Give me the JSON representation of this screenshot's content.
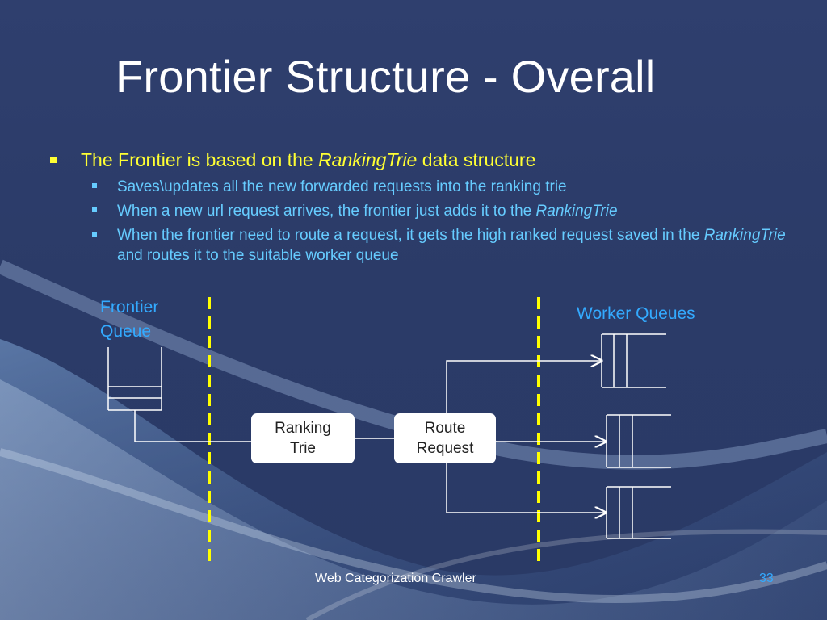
{
  "slide": {
    "title": "Frontier Structure - Overall",
    "footer": "Web Categorization Crawler",
    "page_number": "33"
  },
  "bullets": {
    "main": {
      "prefix": "The Frontier is based on the ",
      "em": "RankingTrie",
      "suffix": " data structure"
    },
    "sub": [
      {
        "text": "Saves\\updates all the new forwarded requests into the ranking trie"
      },
      {
        "prefix": "When a new url request arrives, the frontier just adds it to the ",
        "em": "RankingTrie"
      },
      {
        "prefix": "When the frontier need to route a request, it gets the high ranked request saved in the ",
        "em": "RankingTrie",
        "suffix": " and routes it to the suitable worker queue"
      }
    ]
  },
  "diagram": {
    "frontier_queue_label_line1": "Frontier",
    "frontier_queue_label_line2": "Queue",
    "worker_queues_label": "Worker Queues",
    "ranking_trie_line1": "Ranking",
    "ranking_trie_line2": "Trie",
    "route_request_line1": "Route",
    "route_request_line2": "Request",
    "divider_color": "#ffff00",
    "line_color": "#ffffff",
    "accent_blue": "#33aaff"
  }
}
